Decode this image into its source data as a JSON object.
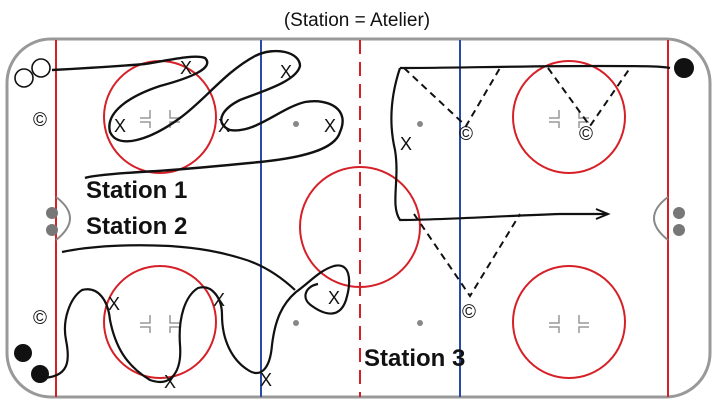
{
  "caption": "(Station = Atelier)",
  "stations": [
    "Station 1",
    "Station 2",
    "Station 3"
  ],
  "player_x": "X",
  "coach_symbol": "©",
  "colors": {
    "board": "#999999",
    "red_line": "#d62027",
    "blue_line": "#2a4aa8",
    "drill_path": "#111111",
    "faceoff_dot": "#888888"
  }
}
